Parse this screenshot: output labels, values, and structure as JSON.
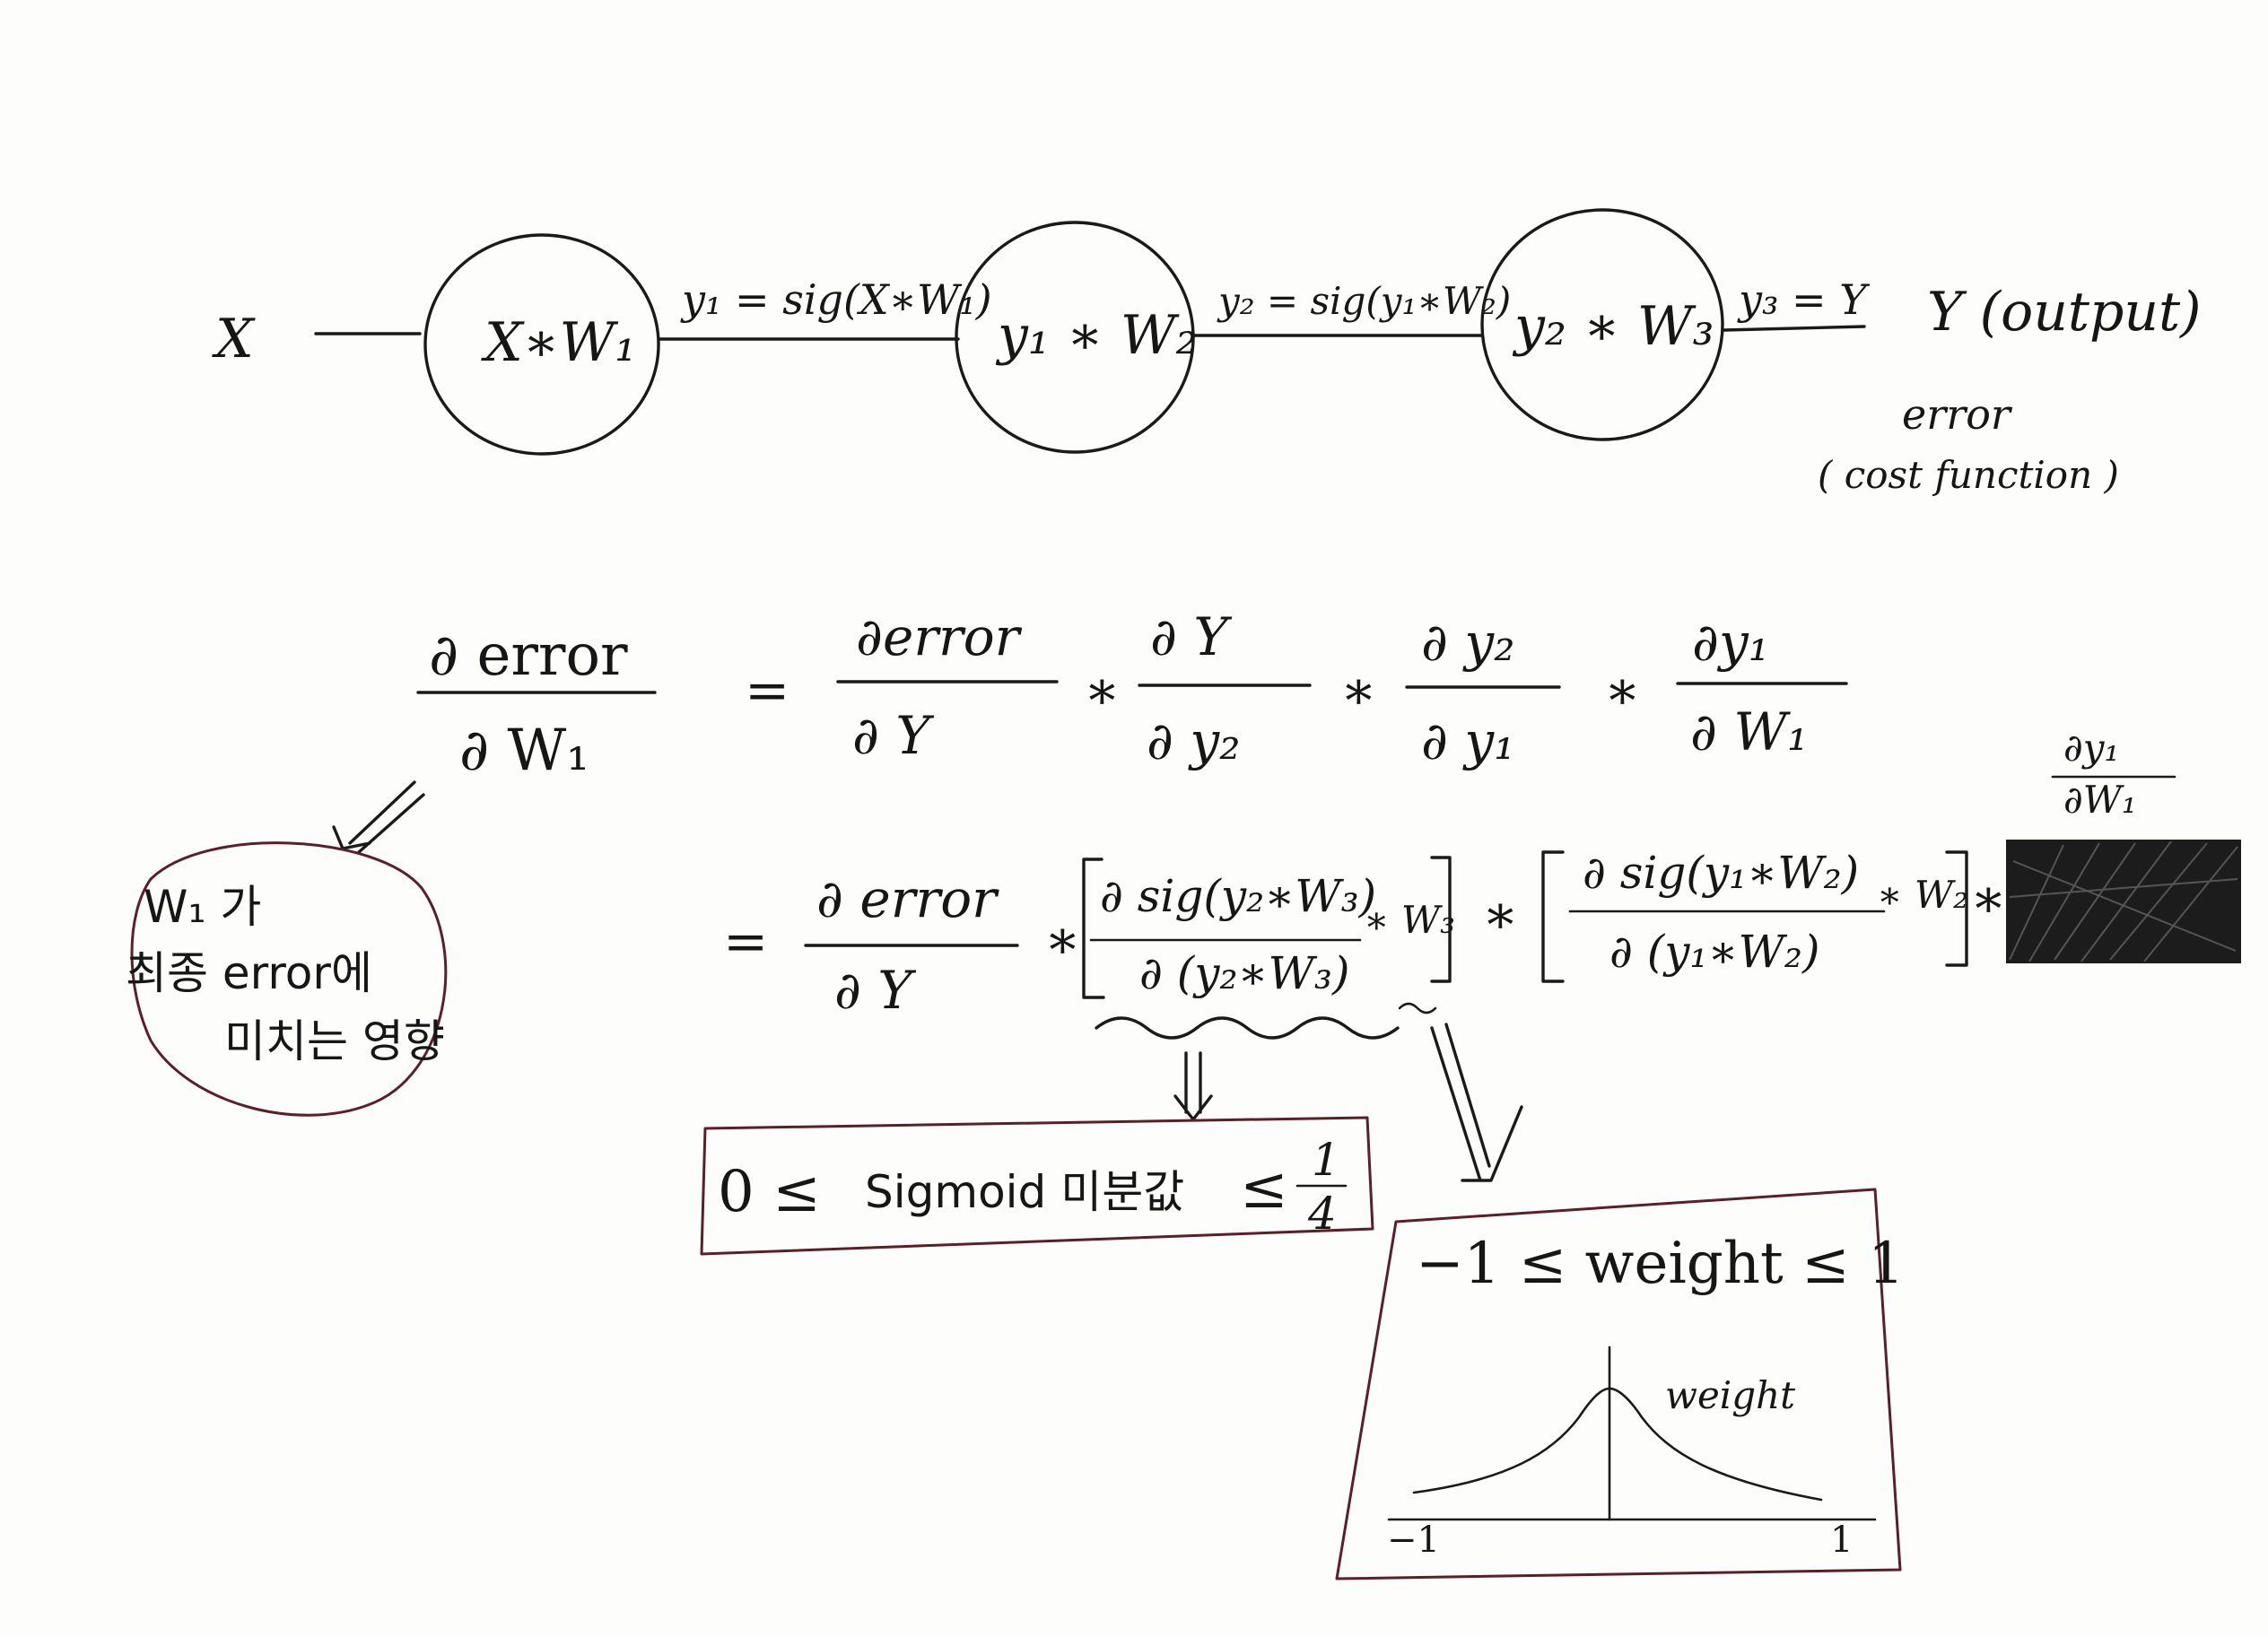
{
  "network": {
    "input": "X",
    "nodes": [
      "X∗W₁",
      "y₁ ∗ W₂",
      "y₂ ∗ W₃"
    ],
    "edges": [
      "y₁ = sig(X∗W₁)",
      "y₂ = sig(y₁∗W₂)",
      "y₃ = Y"
    ],
    "output": "Y (output)",
    "error_title": "error",
    "error_subtitle": "( cost function )"
  },
  "chain_rule": {
    "lhs_num": "∂ error",
    "lhs_den": "∂ W₁",
    "eq": "=",
    "terms": [
      {
        "num": "∂error",
        "den": "∂ Y"
      },
      {
        "num": "∂ Y",
        "den": "∂ y₂"
      },
      {
        "num": "∂ y₂",
        "den": "∂ y₁"
      },
      {
        "num": "∂y₁",
        "den": "∂ W₁"
      }
    ],
    "times": "∗"
  },
  "expanded": {
    "eq": "=",
    "term1_num": "∂ error",
    "term1_den": "∂ Y",
    "term2_num": "∂ sig(y₂∗W₃)",
    "term2_den": "∂ (y₂∗W₃)",
    "term2_w": "∗ W₃",
    "term3_num": "∂ sig(y₁∗W₂)",
    "term3_den": "∂ (y₁∗W₂)",
    "term3_w": "∗ W₂",
    "times": "∗",
    "scratch_num": "∂y₁",
    "scratch_den": "∂W₁"
  },
  "note_bubble": {
    "line1": "W₁ 가",
    "line2": "최종 error에",
    "line3": "미치는 영향"
  },
  "sigmoid_box": {
    "lhs": "0 ≤",
    "label": "Sigmoid 미분값",
    "rhs": "≤",
    "frac_num": "1",
    "frac_den": "4"
  },
  "weight_box": {
    "range": "−1 ≤ weight ≤ 1",
    "curve_label": "weight",
    "axis_min": "−1",
    "axis_max": "1"
  },
  "colors": {
    "ink": "#1a1a1a",
    "maroon": "#5a1f2b",
    "paper": "#fdfdfc"
  }
}
